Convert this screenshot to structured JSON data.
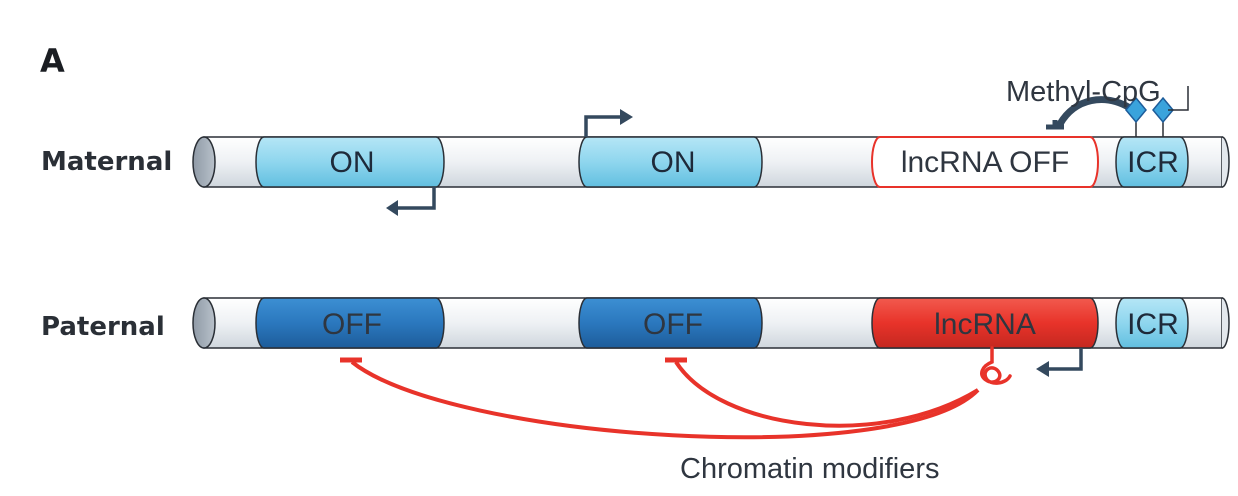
{
  "panel_label": "A",
  "annotations": {
    "methyl": "Methyl-CpG",
    "modifiers": "Chromatin modifiers"
  },
  "rows": {
    "maternal": {
      "label": "Maternal",
      "segments": [
        "ON",
        "ON",
        "lncRNA OFF",
        "ICR"
      ]
    },
    "paternal": {
      "label": "Paternal",
      "segments": [
        "OFF",
        "OFF",
        "lncRNA",
        "ICR"
      ]
    }
  },
  "colors": {
    "chromosome_body": "#eef1f4",
    "light_blue": "#8fd6ee",
    "dark_blue": "#2b78be",
    "lncrna_red": "#e8332a",
    "arrow_navy": "#34495e",
    "methyl_diamond": "#3aa3dc"
  }
}
